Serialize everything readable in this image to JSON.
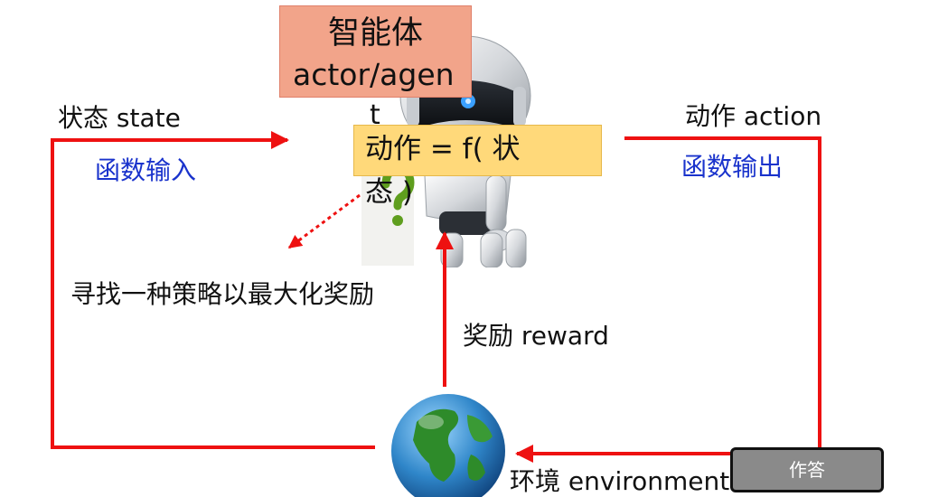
{
  "agent": {
    "title_line1": "智能体",
    "title_line2": "actor/agen",
    "title_line3": "t"
  },
  "formula": {
    "line1": "动作 =   f( 状",
    "line2": "态 )"
  },
  "labels": {
    "state": "状态 state",
    "function_input": "函数输入",
    "action": "动作 action",
    "function_output": "函数输出",
    "policy": "寻找一种策略以最大化奖励",
    "reward": "奖励 reward",
    "environment": "环境 environment"
  },
  "answer_button": {
    "label": "作答"
  },
  "colors": {
    "arrow": "#ee1111",
    "agent_box": "#f2a48a",
    "formula_box": "#ffd97a",
    "blue_text": "#1a33cc",
    "question_mark": "#5f9e1e"
  },
  "icons": {
    "robot": "robot-icon",
    "globe": "globe-icon",
    "question": "question-mark-icon"
  }
}
